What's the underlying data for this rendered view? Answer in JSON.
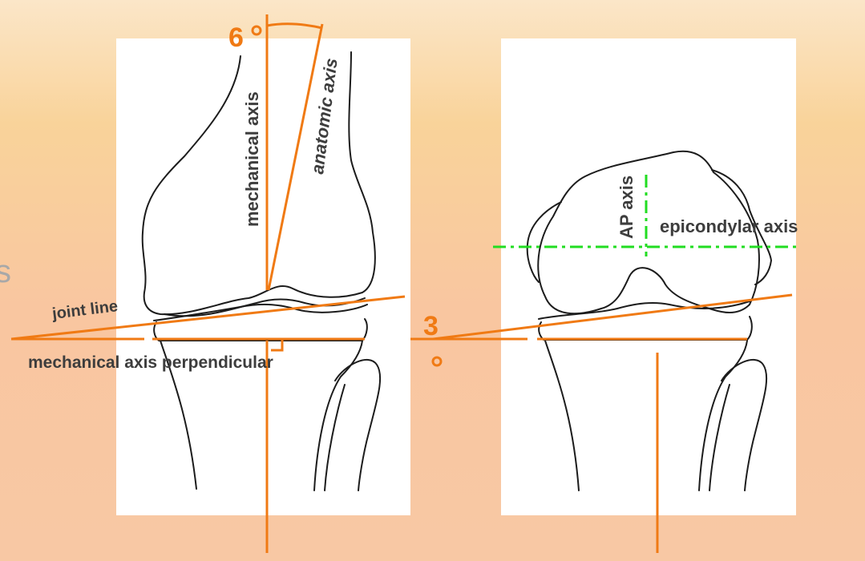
{
  "labels": {
    "mechanical_axis": "mechanical axis",
    "anatomic_axis": "anatomic axis",
    "angle_6": "6",
    "joint_line": "joint line",
    "mechanical_axis_perpendicular": "mechanical axis perpendicular",
    "angle_3": "3",
    "ap_axis": "AP axis",
    "epicondylar_axis": "epicondylar axis",
    "partial_left_text": "s"
  },
  "colors": {
    "axis_line": "#f07a14",
    "epicondylar_line": "#22dd22",
    "bone_outline": "#1c1c1c",
    "panel": "#ffffff",
    "label_text": "#3d3d3d"
  }
}
